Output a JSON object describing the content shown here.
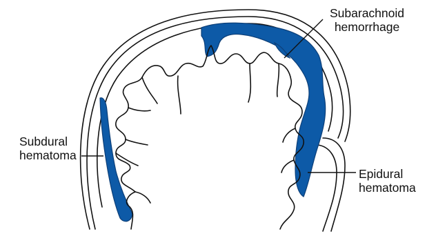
{
  "labels": {
    "subarachnoid": "Subarachnoid\nhemorrhage",
    "subdural": "Subdural\nhematoma",
    "epidural": "Epidural\nhematoma"
  },
  "colors": {
    "blood": "#0d5aa7",
    "line": "#111111",
    "background": "#ffffff"
  }
}
